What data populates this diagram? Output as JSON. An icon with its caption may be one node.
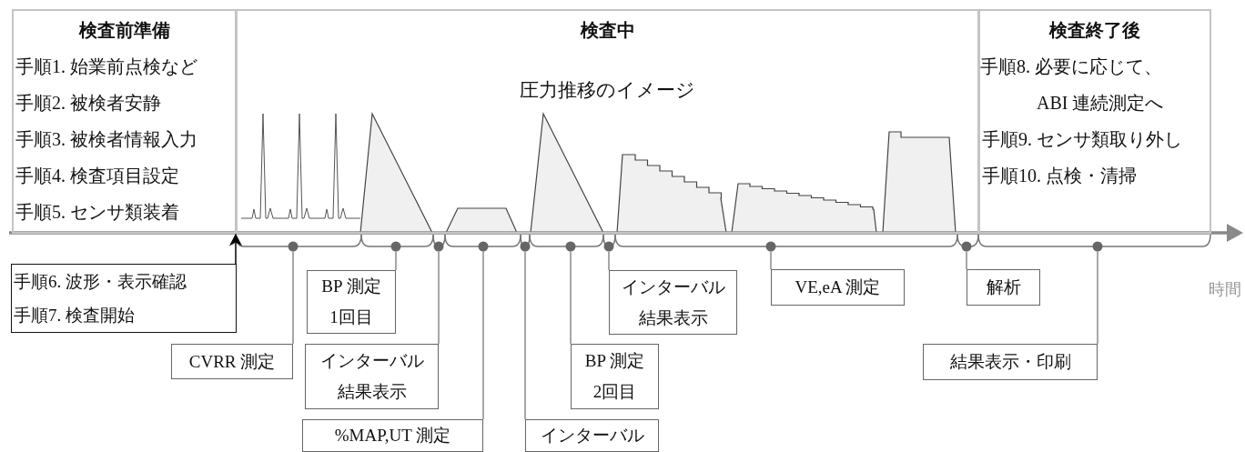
{
  "diagram": {
    "nodes": [
      {
        "text": [
          "検査前準備",
          "手順1. 始業前点検など",
          "手順2. 被検者安静",
          "手順3. 被検者情報入力",
          "手順4. 検査項目設定",
          "手順5. センサ類装着"
        ]
      },
      {
        "text": [
          "検査中",
          "圧力推移のイメージ"
        ]
      },
      {
        "text": [
          "検査終了後",
          "手順8. 必要に応じて、 ABI 連続測定へ",
          "手順9. センサ類取り外し",
          "手順10. 点検・清掃"
        ]
      },
      {
        "text": [
          "手順6. 波形・表示確認",
          "手順7. 検査開始"
        ]
      },
      {
        "text": [
          "CVRR 測定"
        ]
      },
      {
        "text": [
          "BP 測定 1回目"
        ]
      },
      {
        "text": [
          "インターバル結果表示"
        ]
      },
      {
        "text": [
          "%MAP,UT 測定"
        ]
      },
      {
        "text": [
          "インターバル"
        ]
      },
      {
        "text": [
          "BP 測定 2回目"
        ]
      },
      {
        "text": [
          "インターバル結果表示"
        ]
      },
      {
        "text": [
          "VE,eA 測定"
        ]
      },
      {
        "text": [
          "解析"
        ]
      },
      {
        "text": [
          "結果表示・印刷"
        ]
      },
      {
        "text": [],
        "shape": "bracket"
      },
      {
        "text": [],
        "shape": "bracket"
      },
      {
        "text": [],
        "shape": "bracket"
      },
      {
        "text": [],
        "shape": "bracket"
      },
      {
        "text": [],
        "shape": "bracket"
      },
      {
        "text": [],
        "shape": "bracket"
      },
      {
        "text": [],
        "shape": "bracket"
      },
      {
        "text": [],
        "shape": "bracket"
      },
      {
        "text": [],
        "shape": "bracket"
      },
      {
        "text": [],
        "shape": "bracket"
      }
    ],
    "edges": [
      {
        "from": 3,
        "to": 14,
        "arrow": "to",
        "color": "#000000"
      },
      {
        "from": 4,
        "to": 14,
        "arrow": "none"
      },
      {
        "from": 5,
        "to": 15,
        "arrow": "none"
      },
      {
        "from": 6,
        "to": 16,
        "arrow": "none"
      },
      {
        "from": 7,
        "to": 17,
        "arrow": "none"
      },
      {
        "from": 8,
        "to": 18,
        "arrow": "none"
      },
      {
        "from": 9,
        "to": 19,
        "arrow": "none"
      },
      {
        "from": 10,
        "to": 20,
        "arrow": "none"
      },
      {
        "from": 11,
        "to": 21,
        "arrow": "none"
      },
      {
        "from": 12,
        "to": 22,
        "arrow": "none"
      },
      {
        "from": 13,
        "to": 23,
        "arrow": "none"
      }
    ],
    "labels": [
      "時間"
    ]
  }
}
